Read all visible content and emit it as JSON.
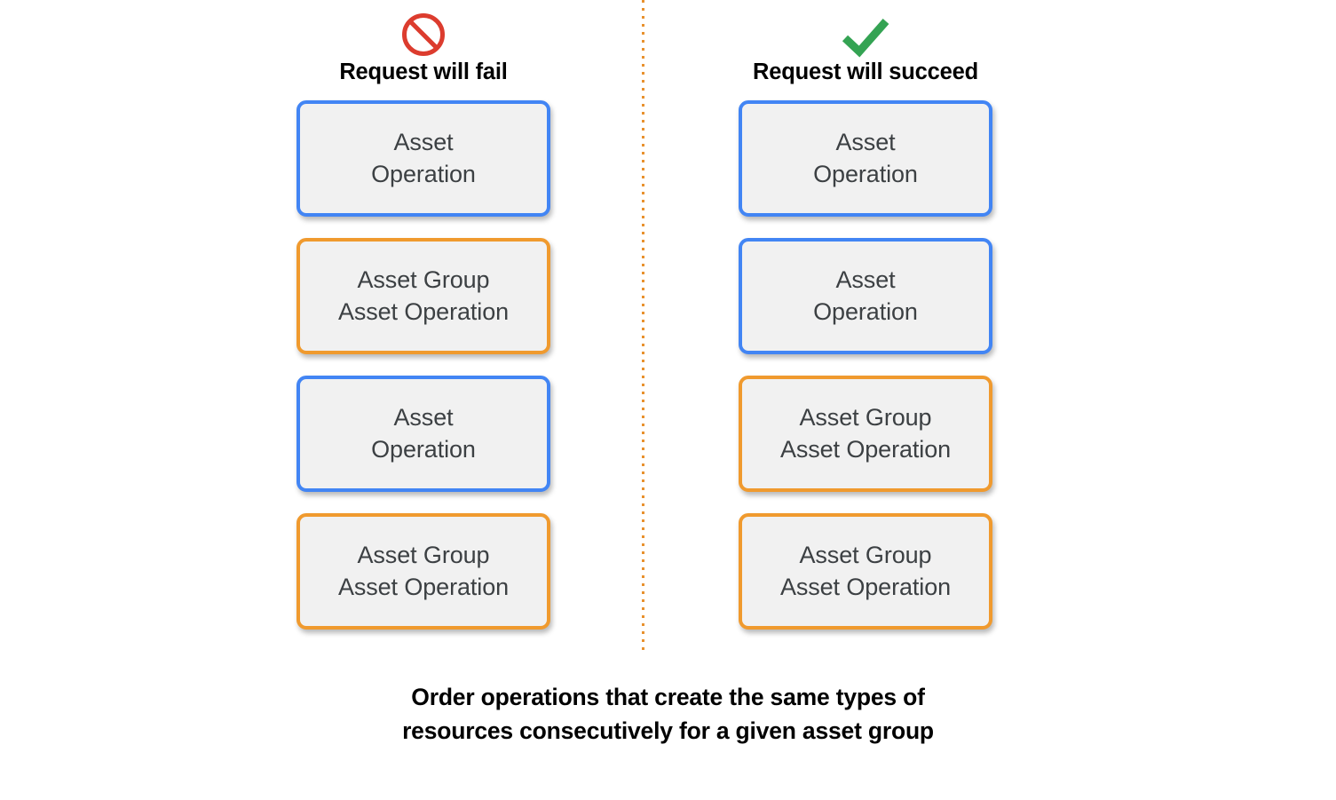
{
  "colors": {
    "blue": "#4285F4",
    "orange": "#F09A2E",
    "card_fill": "#F1F1F1",
    "card_text": "#3C4043",
    "fail_icon": "#DC3C2E",
    "success_icon": "#34A353",
    "divider": "#E8912E",
    "background": "#FFFFFF"
  },
  "columns": [
    {
      "id": "fail",
      "icon": "prohibition-icon",
      "title": "Request will fail",
      "cards": [
        {
          "label": "Asset\nOperation",
          "type": "blue"
        },
        {
          "label": "Asset Group\nAsset Operation",
          "type": "orange"
        },
        {
          "label": "Asset\nOperation",
          "type": "blue"
        },
        {
          "label": "Asset Group\nAsset Operation",
          "type": "orange"
        }
      ]
    },
    {
      "id": "succeed",
      "icon": "checkmark-icon",
      "title": "Request will succeed",
      "cards": [
        {
          "label": "Asset\nOperation",
          "type": "blue"
        },
        {
          "label": "Asset\nOperation",
          "type": "blue"
        },
        {
          "label": "Asset Group\nAsset Operation",
          "type": "orange"
        },
        {
          "label": "Asset Group\nAsset Operation",
          "type": "orange"
        }
      ]
    }
  ],
  "caption": "Order operations that create the same types of\nresources consecutively for a given asset group"
}
